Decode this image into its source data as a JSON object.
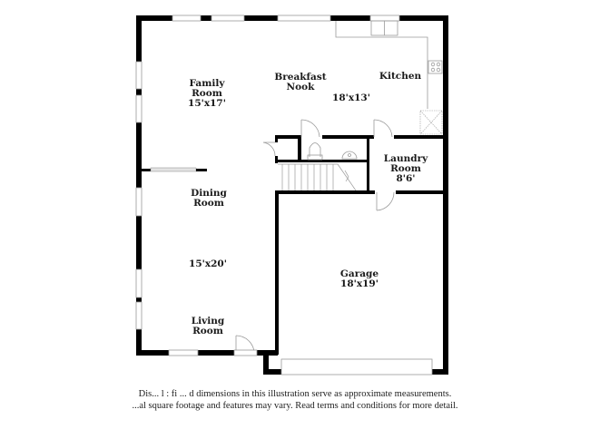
{
  "floorplan": {
    "rooms": [
      {
        "name": "Family Room",
        "line1": "Family",
        "line2": "Room",
        "dims": "15'x17'"
      },
      {
        "name": "Breakfast Nook",
        "line1": "Breakfast",
        "line2": "Nook"
      },
      {
        "name": "Kitchen",
        "line1": "Kitchen",
        "dims": "18'x13'"
      },
      {
        "name": "Laundry Room",
        "line1": "Laundry",
        "line2": "Room",
        "dims": "8'6'"
      },
      {
        "name": "Dining Room",
        "line1": "Dining",
        "line2": "Room",
        "dims": "15'x20'"
      },
      {
        "name": "Living Room",
        "line1": "Living",
        "line2": "Room"
      },
      {
        "name": "Garage",
        "line1": "Garage",
        "dims": "18'x19'"
      }
    ],
    "colors": {
      "wall": "#000000",
      "fixture": "#9a9a9a",
      "window": "#d9d9d9",
      "background": "#ffffff"
    }
  },
  "disclaimer": {
    "line1": "Dis...   l : fi  ...  d dimensions in this illustration serve as approximate measurements.",
    "line2": "...al square footage and features may vary. Read terms and conditions for more detail."
  }
}
